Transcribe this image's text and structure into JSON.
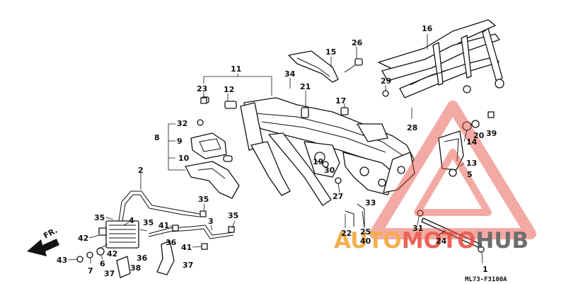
{
  "diagram": {
    "code": "ML73-F3100A",
    "direction": "FR.",
    "callouts": [
      "1",
      "2",
      "3",
      "4",
      "5",
      "6",
      "7",
      "8",
      "9",
      "10",
      "11",
      "12",
      "13",
      "14",
      "15",
      "16",
      "17",
      "19",
      "20",
      "21",
      "22",
      "23",
      "24",
      "25",
      "26",
      "27",
      "28",
      "29",
      "30",
      "31",
      "32",
      "33",
      "34",
      "35",
      "36",
      "37",
      "38",
      "39",
      "40",
      "41",
      "42",
      "43"
    ]
  },
  "watermark": {
    "brand_a": "AUTO",
    "brand_b": "MOTO",
    "brand_c": "HUB",
    "color_orange": "#f0a232",
    "color_red": "#e8483c",
    "color_gray": "#555555"
  }
}
